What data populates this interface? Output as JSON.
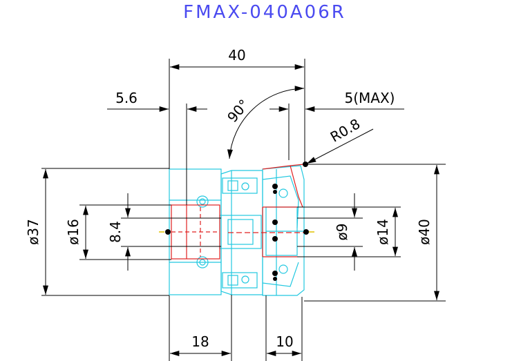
{
  "title": "FMAX-040A06R",
  "colors": {
    "title": "#4a4af0",
    "dimension": "#000000",
    "outline_cyan": "#22c8e0",
    "outline_red": "#e02020"
  },
  "dimensions": {
    "overall_length": "40",
    "left_offset": "5.6",
    "angle": "90°",
    "max_depth": "5(MAX)",
    "corner_radius": "R0.8",
    "body_diameter": "ø37",
    "bore_diameter": "ø16",
    "keyway": "8.4",
    "inner_diameter": "ø9",
    "hub_diameter": "ø14",
    "cut_diameter": "ø40",
    "bore_depth": "18",
    "insert_width": "10"
  }
}
